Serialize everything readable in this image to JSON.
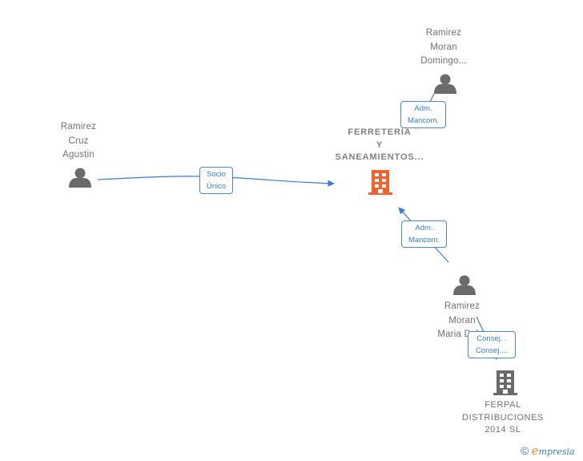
{
  "diagram": {
    "title": "Company relationship graph",
    "colors": {
      "edge": "#3a7bd5",
      "person_icon": "#6b6b6b",
      "main_company_icon": "#f2622e",
      "company_icon": "#6b6b6b",
      "label_text": "#707070"
    },
    "nodes": [
      {
        "id": "n_main",
        "type": "company",
        "icon": "building-icon",
        "highlight": true,
        "label": "FERRETERIA\nY\nSANEAMIENTOS..."
      },
      {
        "id": "n_domingo",
        "type": "person",
        "icon": "person-icon",
        "label": "Ramirez\nMoran\nDomingo..."
      },
      {
        "id": "n_agustin",
        "type": "person",
        "icon": "person-icon",
        "label": "Ramirez\nCruz\nAgustin"
      },
      {
        "id": "n_maria",
        "type": "person",
        "icon": "person-icon",
        "label": "Ramirez\nMoran\nMaria Del..."
      },
      {
        "id": "n_ferpal",
        "type": "company",
        "icon": "building-icon",
        "highlight": false,
        "label": "FERPAL\nDISTRIBUCIONES\n2014  SL"
      }
    ],
    "edges": [
      {
        "from": "n_agustin",
        "to": "n_main",
        "label": "Socio\nÚnico"
      },
      {
        "from": "n_domingo",
        "to": "n_main",
        "label": "Adm.\nMancom."
      },
      {
        "from": "n_maria",
        "to": "n_main",
        "label": "Adm.\nMancom."
      },
      {
        "from": "n_maria",
        "to": "n_ferpal",
        "label": "Consej. .\nConsej...."
      }
    ]
  },
  "footer": {
    "copyright_symbol": "©",
    "brand_first_letter": "e",
    "brand_rest": "mpresia"
  }
}
